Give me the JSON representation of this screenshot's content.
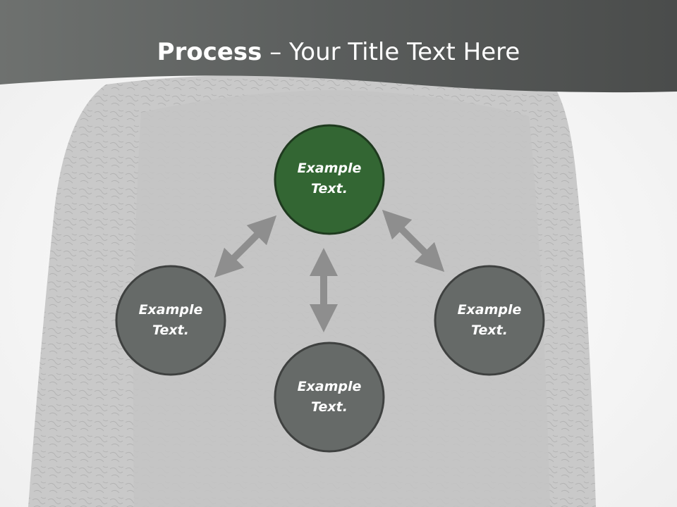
{
  "header": {
    "title_bold": "Process",
    "title_rest": "Your Title Text Here",
    "title_separator": "–"
  },
  "nodes": {
    "top": {
      "line1": "Example",
      "line2": "Text."
    },
    "left": {
      "line1": "Example",
      "line2": "Text."
    },
    "bottom": {
      "line1": "Example",
      "line2": "Text."
    },
    "right": {
      "line1": "Example",
      "line2": "Text."
    }
  },
  "colors": {
    "header_band": "#5a5d5c",
    "top_node_fill": "#336633",
    "node_fill": "#666a68",
    "node_border": "#3f4140",
    "arrow": "#8e8e8e",
    "background_figure": "#c8c8c8"
  },
  "icons": {
    "background": "person-back-silhouette",
    "connectors": "double-headed-arrow"
  }
}
